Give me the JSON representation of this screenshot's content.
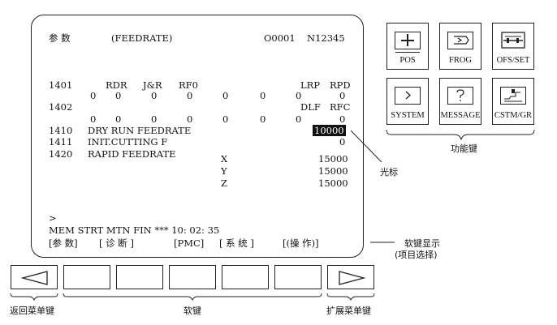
{
  "screen": {
    "title_left": "参 数",
    "title_mid": "(FEEDRATE)",
    "program_no": "O0001",
    "seq_no": "N12345",
    "rows": [
      {
        "id": "r1401",
        "no": "1401",
        "cells": [
          "RDR",
          "J&R",
          "RF0",
          "",
          "",
          "LRP",
          "RPD"
        ]
      },
      {
        "id": "r1401v",
        "no": "",
        "cells": [
          "0",
          "0",
          "0",
          "0",
          "0",
          "0",
          "0",
          "0"
        ]
      },
      {
        "id": "r1402",
        "no": "1402",
        "cells": [
          "",
          "",
          "",
          "",
          "",
          "DLF",
          "RFC"
        ]
      },
      {
        "id": "r1402v",
        "no": "",
        "cells": [
          "0",
          "0",
          "0",
          "0",
          "0",
          "0",
          "0",
          "0"
        ]
      }
    ],
    "p1410": {
      "no": "1410",
      "label": "DRY RUN FEEDRATE",
      "value": "10000"
    },
    "p1411": {
      "no": "1411",
      "label": "INIT.CUTTING F",
      "value": "0"
    },
    "p1420": {
      "no": "1420",
      "label": "RAPID FEEDRATE",
      "axes": [
        {
          "axis": "X",
          "value": "15000"
        },
        {
          "axis": "Y",
          "value": "15000"
        },
        {
          "axis": "Z",
          "value": "15000"
        }
      ]
    },
    "prompt": ">",
    "status_line": "MEM STRT MTN FIN *** 10: 02: 35",
    "softkey_line": {
      "k1": "[参  数]",
      "k2": "[ 诊 断 ]",
      "k3": "[PMC]",
      "k4": "[ 系  统  ]",
      "k5": "[(操  作)]"
    }
  },
  "function_keys": [
    {
      "id": "pos",
      "label": "POS",
      "icon": "pos-icon"
    },
    {
      "id": "prog",
      "label": "FROG",
      "icon": "prog-icon"
    },
    {
      "id": "ofs",
      "label": "OFS/SET",
      "icon": "ofs-icon"
    },
    {
      "id": "system",
      "label": "SYSTEM",
      "icon": "system-icon"
    },
    {
      "id": "message",
      "label": "MESSAGE",
      "icon": "message-icon"
    },
    {
      "id": "cstm",
      "label": "CSTM/GR",
      "icon": "cstm-icon"
    }
  ],
  "annotations": {
    "function_keys": "功能键",
    "cursor": "光标",
    "softkey_display": "软键显示",
    "softkey_display_sub": "(项目选择)",
    "return_menu_key": "返回菜单键",
    "softkeys": "软键",
    "extend_menu_key": "扩展菜单键"
  }
}
